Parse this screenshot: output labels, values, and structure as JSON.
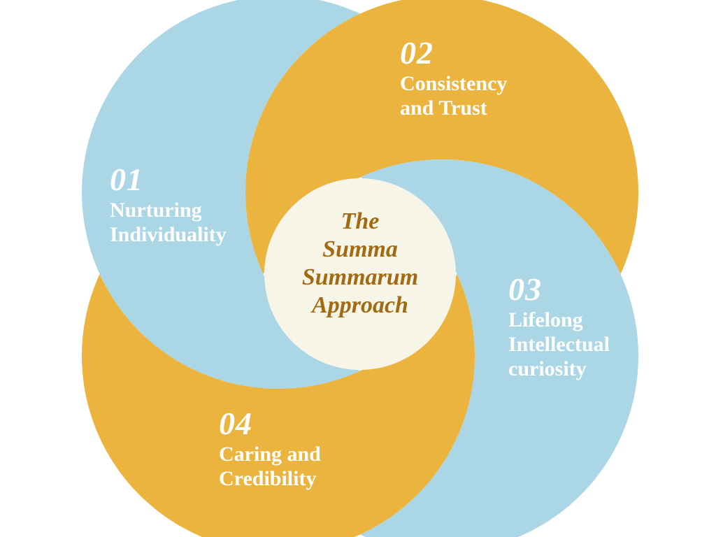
{
  "title": {
    "lines": [
      "The",
      "Summa",
      "Summarum",
      "Approach"
    ]
  },
  "steps": [
    {
      "number": "01",
      "lines": [
        "Nurturing",
        "Individuality"
      ]
    },
    {
      "number": "02",
      "lines": [
        "Consistency",
        "and Trust"
      ]
    },
    {
      "number": "03",
      "lines": [
        "Lifelong",
        "Intellectual",
        "curiosity"
      ]
    },
    {
      "number": "04",
      "lines": [
        "Caring and",
        "Credibility"
      ]
    }
  ],
  "colors": {
    "blue_petal": "#ABD6E5",
    "yellow_petal": "#EBB43E",
    "center_circle": "#F7F5E8",
    "title_text": "#A26A12",
    "label_text": "#FFFFFF",
    "background": "#FFFFFF"
  }
}
